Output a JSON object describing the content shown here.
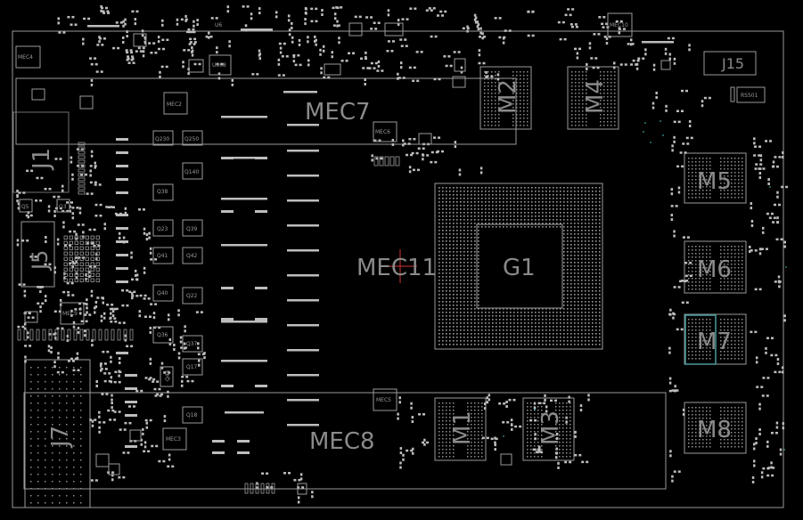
{
  "board": {
    "background": "#000000",
    "outline_color": "#9a9a9a",
    "highlight_color": "#4a9a9a"
  },
  "labels": {
    "mec7": "MEC7",
    "mec8": "MEC8",
    "mec11": "MEC11",
    "g1": "G1",
    "m1": "M1",
    "m2": "M2",
    "m3": "M3",
    "m4": "M4",
    "m5": "M5",
    "m6": "M6",
    "m7": "M7",
    "m8": "M8",
    "j1": "J1",
    "j5": "J5",
    "j7": "J7",
    "j15": "J15",
    "mec2": "MEC2",
    "mec3": "MEC3",
    "mec4": "MEC4",
    "mec5": "MEC5",
    "mec6": "MEC6",
    "mec9": "MEC9",
    "mec10": "MEC10",
    "q5": "Q5",
    "q3": "Q3",
    "q230": "Q230",
    "q250": "Q250",
    "q140": "Q140",
    "q38": "Q38",
    "q23": "Q23",
    "q39": "Q39",
    "q41": "Q41",
    "q42": "Q42",
    "q40": "Q40",
    "q22": "Q22",
    "q36": "Q36",
    "q37": "Q37",
    "q17": "Q17",
    "q44": "Q44",
    "q18": "Q18",
    "u6": "U6",
    "u608": "U608",
    "rs501": "RS501"
  }
}
